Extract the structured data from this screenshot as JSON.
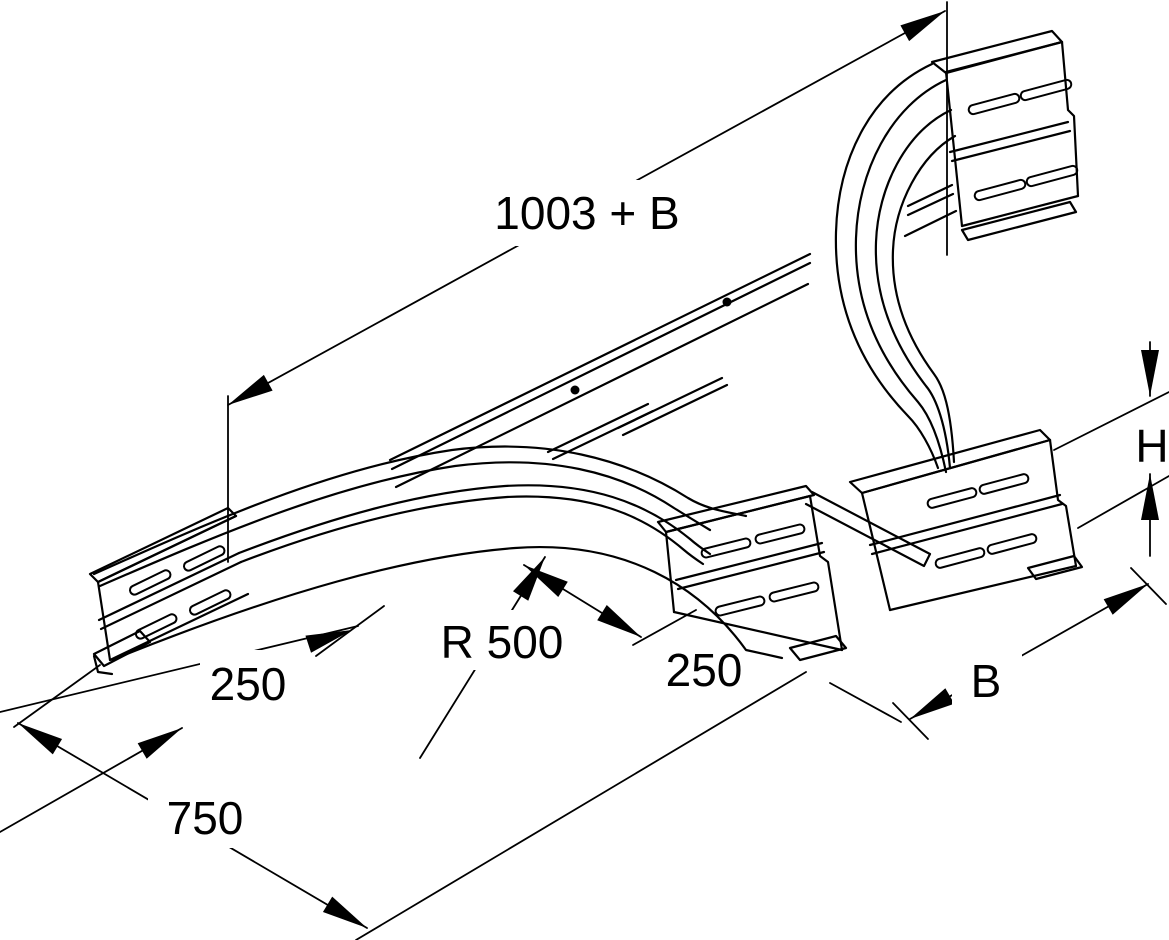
{
  "drawing": {
    "type": "isometric technical drawing of cable ladder add-on tee",
    "background_color": "#ffffff",
    "line_color": "#000000",
    "dimensions": {
      "overall_length": "1003 + B",
      "radius": "R 500",
      "tangent_left": "250",
      "tangent_right": "250",
      "diagonal_offset": "750",
      "side_rail_height": "H",
      "tray_width": "B"
    }
  }
}
